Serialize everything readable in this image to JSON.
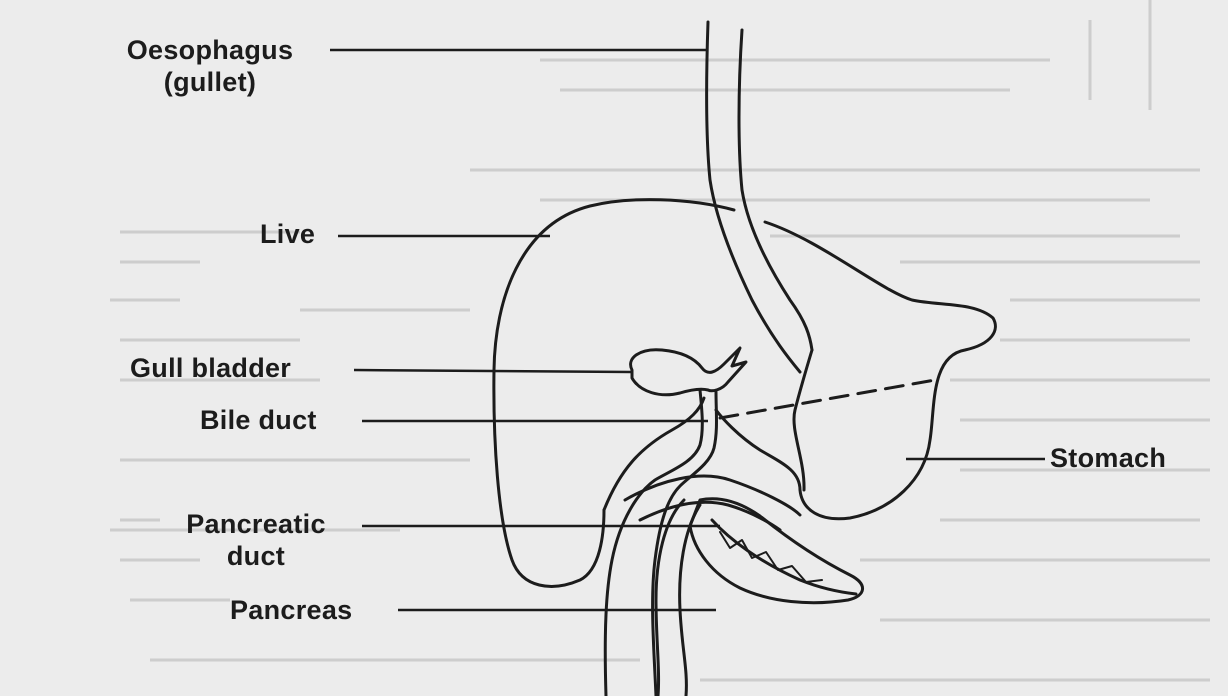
{
  "labels": {
    "oesophagus_line1": "Oesophagus",
    "oesophagus_line2": "(gullet)",
    "liver": "Live",
    "gall_bladder": "Gull bladder",
    "bile_duct": "Bile duct",
    "pancreatic_duct_line1": "Pancreatic",
    "pancreatic_duct_line2": "duct",
    "pancreas": "Pancreas",
    "stomach": "Stomach"
  },
  "colors": {
    "ink": "#1c1c1c",
    "paper": "#ececec",
    "bleed_text": "#c4c4c4"
  }
}
